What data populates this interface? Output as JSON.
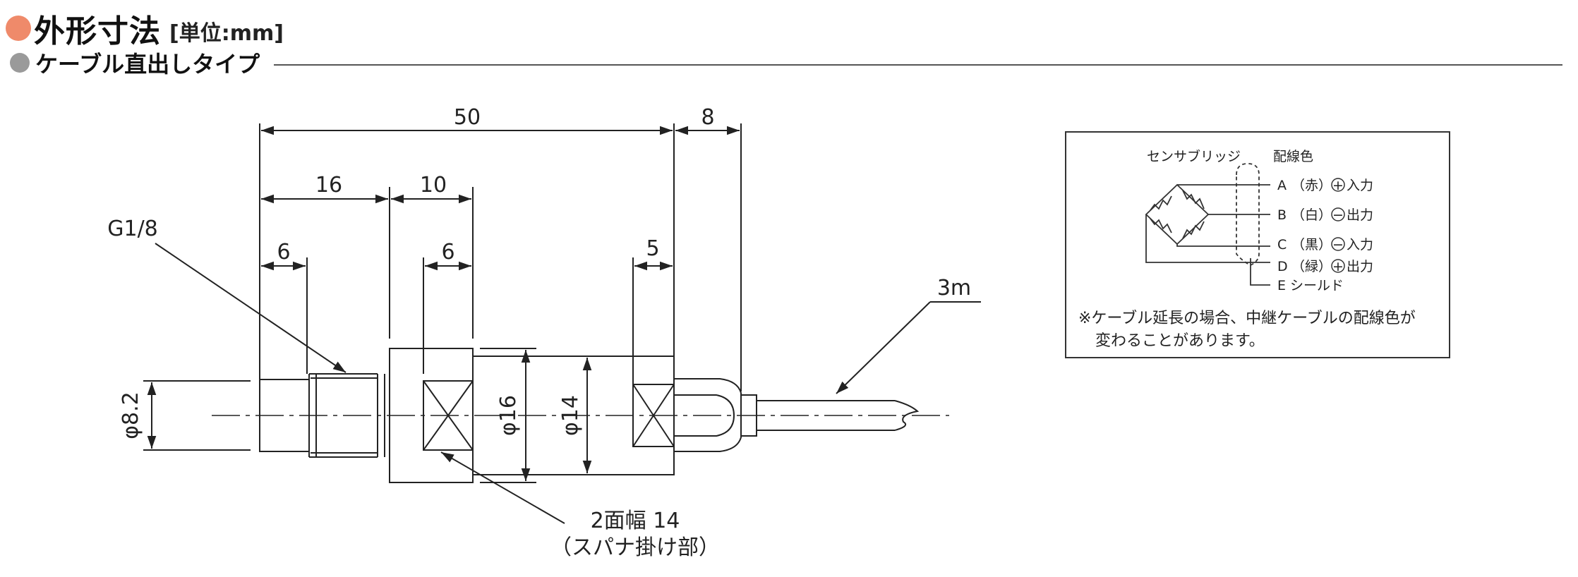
{
  "header": {
    "title": "外形寸法",
    "unit": "[単位:mm]",
    "subtitle": "ケーブル直出しタイプ"
  },
  "dimensions": {
    "overall": "50",
    "cable_gland": "8",
    "thread_body": "16",
    "hex_width": "10",
    "thread_relief": "6",
    "hex_flat": "6",
    "rear_flat": "5",
    "thread_dia": "φ8.2",
    "body_dia": "φ16",
    "inner_dia": "φ14",
    "thread_spec": "G1/8",
    "cable_length": "3m"
  },
  "wrench_note": {
    "line1": "2面幅 14",
    "line2": "（スパナ掛け部）"
  },
  "wiring": {
    "bridge_label": "センサブリッジ",
    "color_heading": "配線色",
    "wires": [
      {
        "letter": "A",
        "color": "（赤）",
        "sign": "+",
        "function": "入力"
      },
      {
        "letter": "B",
        "color": "（白）",
        "sign": "−",
        "function": "出力"
      },
      {
        "letter": "C",
        "color": "（黒）",
        "sign": "−",
        "function": "入力"
      },
      {
        "letter": "D",
        "color": "（緑）",
        "sign": "+",
        "function": "出力"
      }
    ],
    "shield": "E シールド",
    "note_line1": "※ケーブル延長の場合、中継ケーブルの配線色が",
    "note_line2": "変わることがあります。"
  },
  "colors": {
    "title_dot": "#ef8a6a",
    "subtitle_dot": "#9a9a9a"
  }
}
